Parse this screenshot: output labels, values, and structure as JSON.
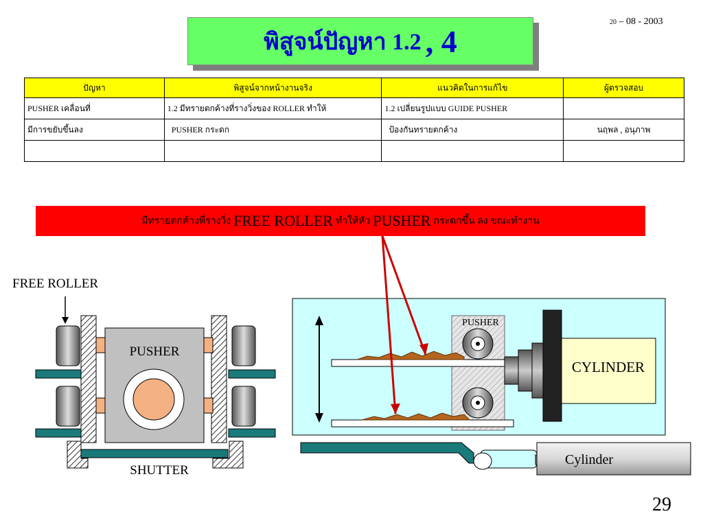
{
  "title": {
    "main": "พิสูจน์ปัญหา 1.2",
    "suffix": ", 4"
  },
  "date": {
    "day": "20",
    "rest": " – 08 - 2003"
  },
  "table": {
    "headers": [
      "ปัญหา",
      "พิสูจน์จากหน้างานจริง",
      "แนวคิดในการแก้ไข",
      "ผู้ตรวจสอบ"
    ],
    "rows": [
      [
        "PUSHER เคลื่อนที่",
        "1.2 มีทรายตกค้างที่รางวิ่งของ ROLLER ทำให้",
        "1.2 เปลี่ยนรูปแบบ GUIDE  PUSHER",
        ""
      ],
      [
        "มีการขยับขึ้นลง",
        "PUSHER กระดก",
        "ป้องกันทรายตกค้าง",
        "นฤพล , อนุภาพ"
      ],
      [
        "",
        "",
        "",
        ""
      ]
    ]
  },
  "banner": {
    "part1": "มีทรายตกค้างที่รางวิ่ง",
    "part2": "FREE ROLLER",
    "part3": "ทำให้หัว",
    "part4": "PUSHER",
    "part5": "กระดกขึ้น ลง ขณะทำงาน"
  },
  "diagram": {
    "free_roller_label": "FREE ROLLER",
    "pusher_label": "PUSHER",
    "shutter_label": "SHUTTER",
    "side_pusher_label": "PUSHER",
    "cylinder_label": "CYLINDER",
    "cylinder2_label": "Cylinder"
  },
  "page_number": "29",
  "colors": {
    "title_bg": "#66ff66",
    "title_text": "#0000cc",
    "header_bg": "#ffff00",
    "banner_bg": "#ff0000",
    "panel_bg": "#ccffff",
    "rail": "#1a7a7a"
  }
}
